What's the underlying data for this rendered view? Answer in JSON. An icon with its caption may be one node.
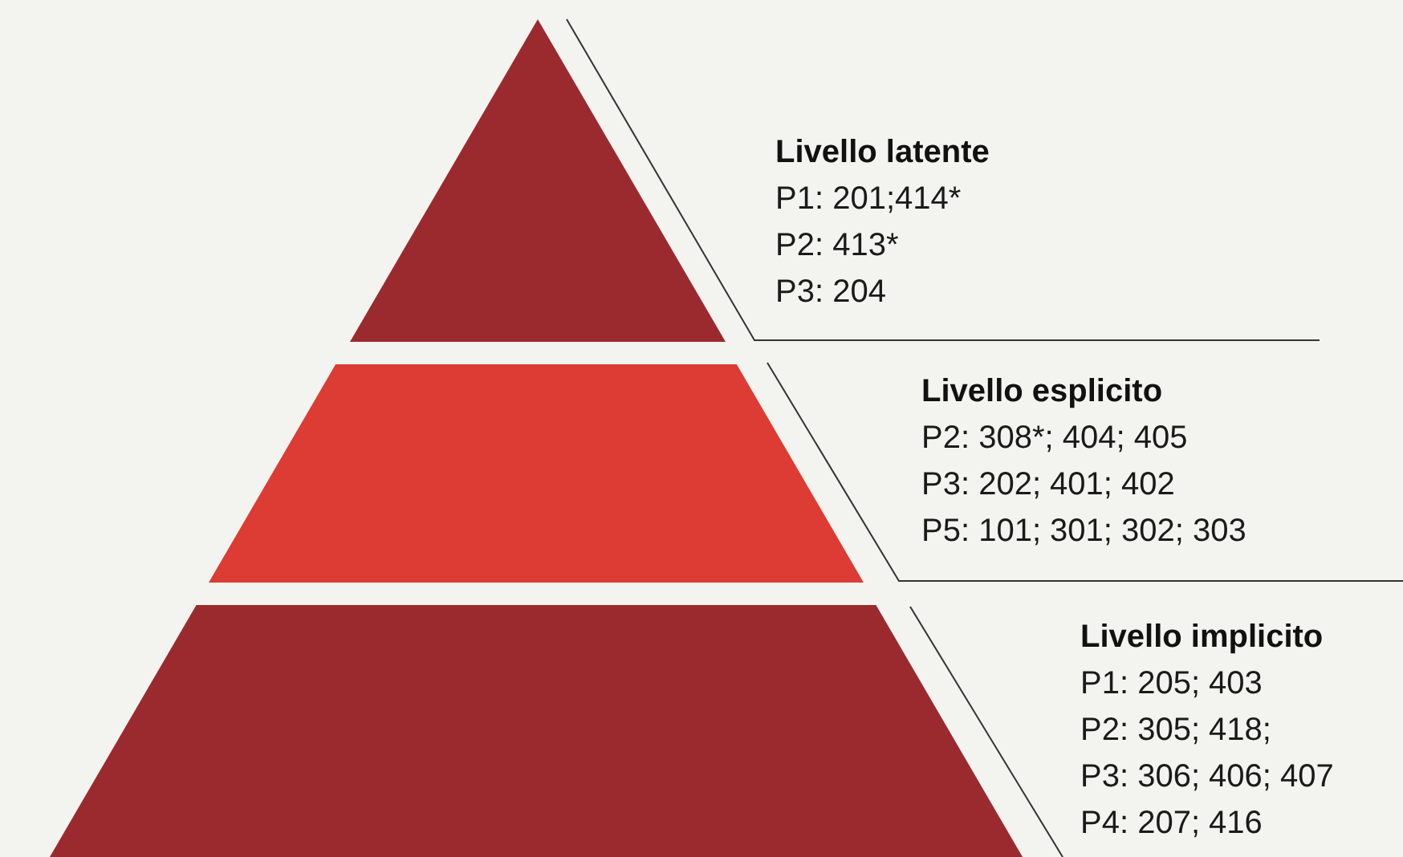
{
  "diagram": {
    "nodes": [
      {
        "text": [],
        "shape": "triangle",
        "beside": [
          "Livello latente",
          "P1: 201;414*",
          "P2: 413*",
          "P3: 204"
        ]
      },
      {
        "text": [],
        "shape": "trapezoid",
        "beside": [
          "Livello esplicito",
          "P2: 308*; 404; 405",
          "P3: 202; 401; 402",
          "P5: 101; 301; 302; 303"
        ]
      },
      {
        "text": [],
        "shape": "trapezoid",
        "beside": [
          "Livello implicito",
          "P1: 205; 403",
          "P2: 305; 418;",
          "P3: 306; 406; 407",
          "P4: 207; 416"
        ]
      }
    ]
  }
}
